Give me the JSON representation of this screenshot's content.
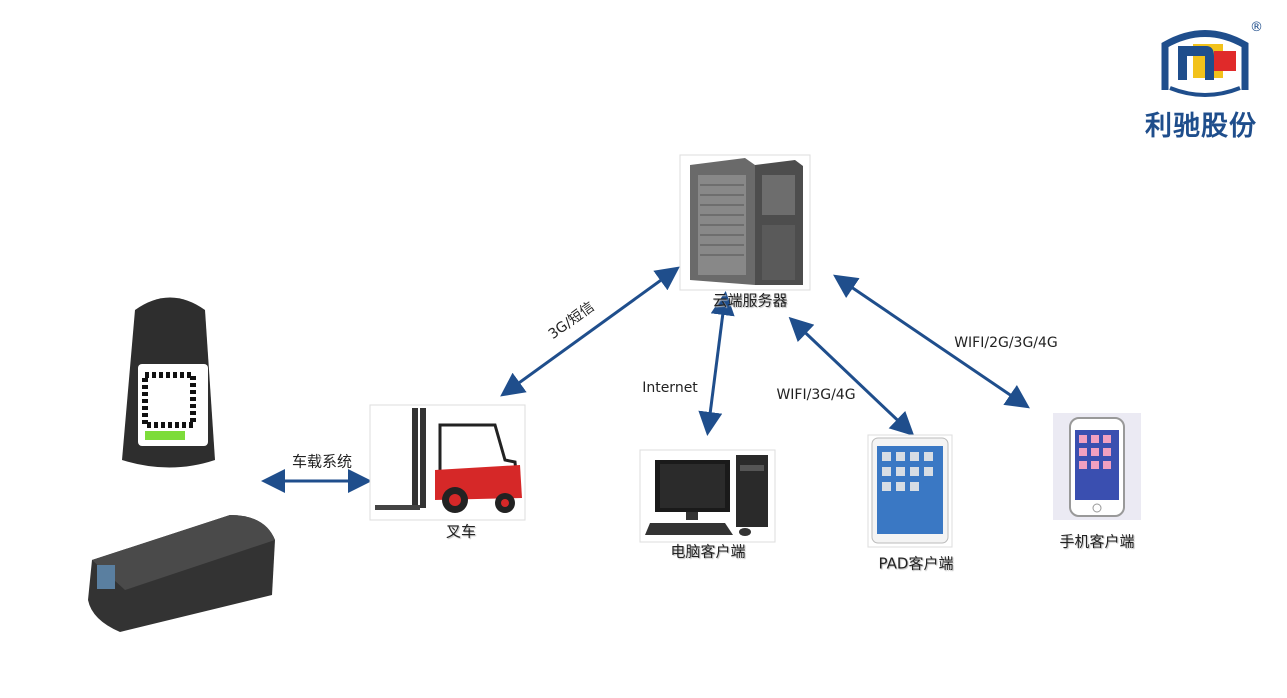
{
  "logo": {
    "company_name": "利驰股份",
    "registered_mark": "®"
  },
  "nodes": {
    "server": "云端服务器",
    "forklift": "叉车",
    "pc_client": "电脑客户端",
    "pad_client": "PAD客户端",
    "phone_client": "手机客户端"
  },
  "connections": {
    "forklift_server": "3G/短信",
    "pc_server": "Internet",
    "pad_server": "WIFI/3G/4G",
    "phone_server": "WIFI/2G/3G/4G",
    "device_forklift": "车载系统"
  },
  "colors": {
    "arrow": "#1f4e8c",
    "logo_blue": "#1f4e8c",
    "logo_yellow": "#f2c21b",
    "logo_red": "#e02a2a"
  }
}
